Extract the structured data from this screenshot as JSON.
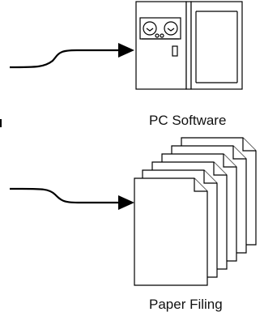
{
  "labels": {
    "top": "PC Software",
    "bottom": "Paper Filing"
  },
  "icons": [
    "tape-drive-computer",
    "stacked-documents"
  ],
  "colors": {
    "stroke": "#000000",
    "fill": "#ffffff"
  }
}
